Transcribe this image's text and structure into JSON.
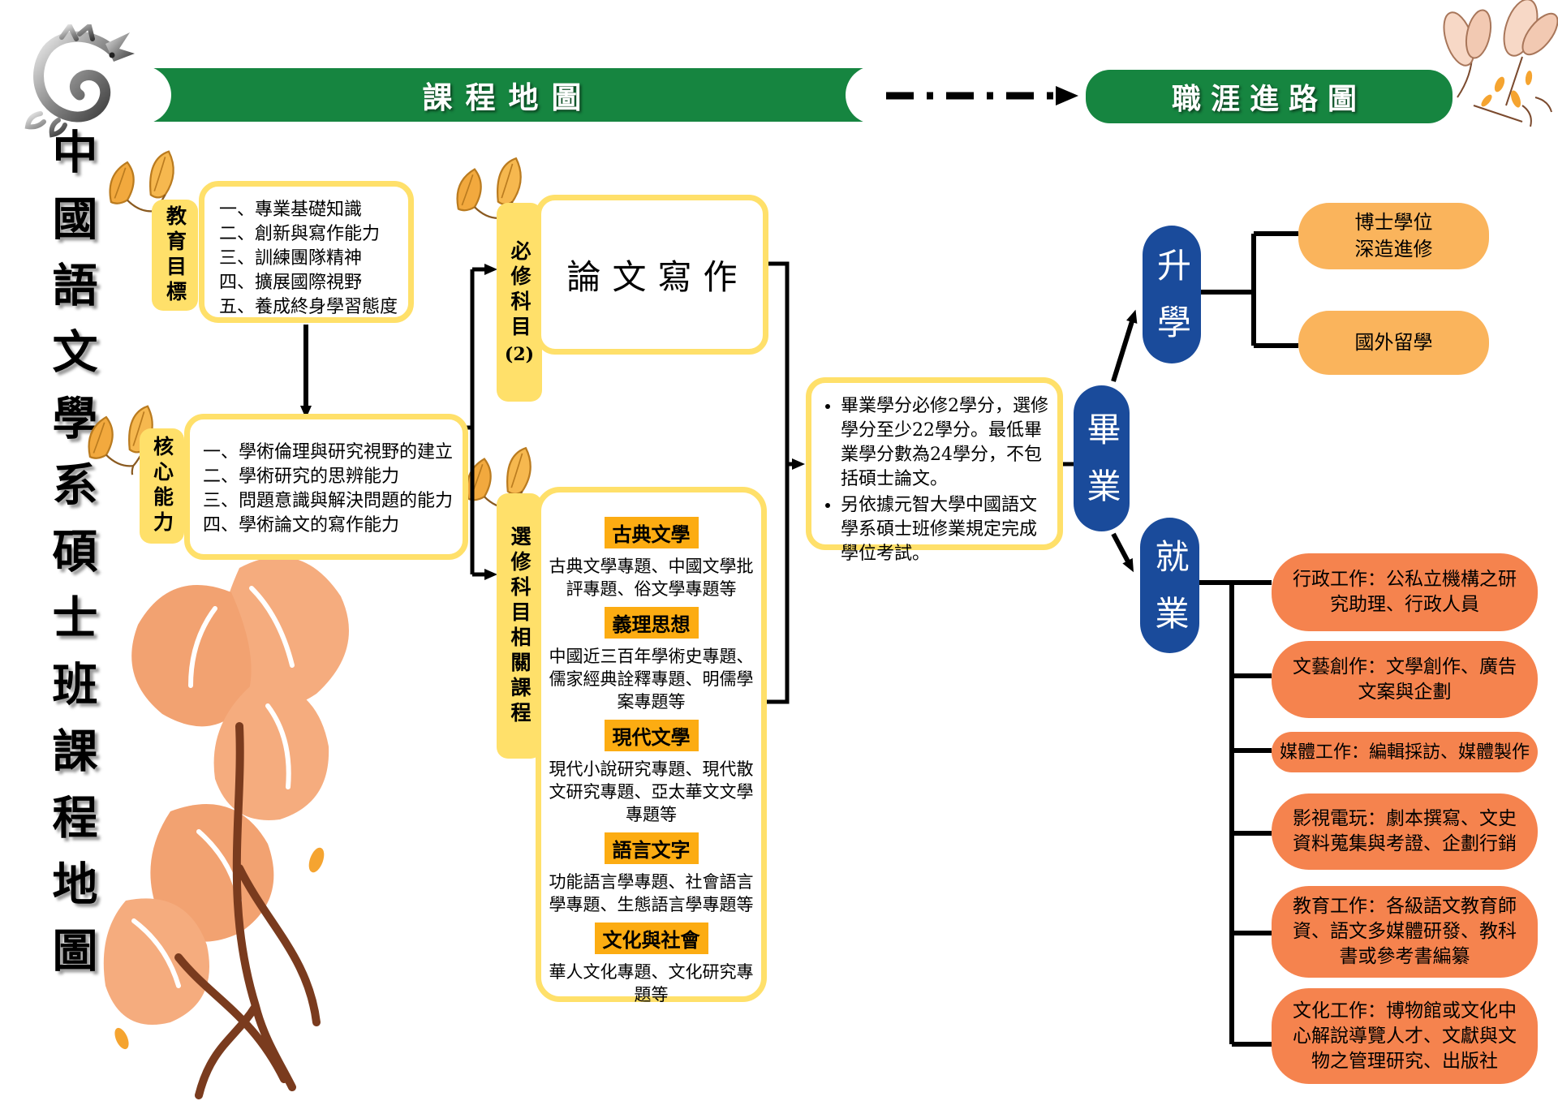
{
  "sidebar_title": "中國語文學系碩士班課程地圖",
  "banners": {
    "course_map": "課程地圖",
    "career_map": "職涯進路圖"
  },
  "education_goals": {
    "tab": "教育目標",
    "items": [
      "一、專業基礎知識",
      "二、創新與寫作能力",
      "三、訓練團隊精神",
      "四、擴展國際視野",
      "五、養成終身學習態度"
    ]
  },
  "core_abilities": {
    "tab": "核心能力",
    "items": [
      "一、學術倫理與研究視野的建立",
      "二、學術研究的思辨能力",
      "三、問題意識與解決問題的能力",
      "四、學術論文的寫作能力"
    ]
  },
  "required_courses": {
    "tab": "必修科目",
    "credits_label": "(2)",
    "course_title": "論文寫作"
  },
  "elective_courses": {
    "tab": "選修科目相關課程",
    "categories": [
      {
        "label": "古典文學",
        "courses": "古典文學專題、中國文學批評專題、俗文學專題等"
      },
      {
        "label": "義理思想",
        "courses": "中國近三百年學術史專題、儒家經典詮釋專題、明儒學案專題等"
      },
      {
        "label": "現代文學",
        "courses": "現代小說研究專題、現代散文研究專題、亞太華文文學專題等"
      },
      {
        "label": "語言文字",
        "courses": "功能語言學專題、社會語言學專題、生態語言學專題等"
      },
      {
        "label": "文化與社會",
        "courses": "華人文化專題、文化研究專題等"
      }
    ]
  },
  "graduation_requirements": {
    "bullets": [
      "畢業學分必修2學分，選修學分至少22學分。最低畢業學分數為24學分，不包括碩士論文。",
      "另依據元智大學中國語文學系碩士班修業規定完成學位考試。"
    ]
  },
  "flow_nodes": {
    "graduation": "畢業",
    "further_study": "升學",
    "employment": "就業"
  },
  "further_study": {
    "paths": [
      "博士學位深造進修",
      "國外留學"
    ]
  },
  "employment": {
    "paths": [
      "行政工作：公私立機構之研究助理、行政人員",
      "文藝創作：文學創作、廣告文案與企劃",
      "媒體工作：編輯採訪、媒體製作",
      "影視電玩：劇本撰寫、文史資料蒐集與考證、企劃行銷",
      "教育工作：各級語文教育師資、語文多媒體研發、教科書或參考書編纂",
      "文化工作：博物館或文化中心解說導覽人才、文獻與文物之管理研究、出版社"
    ]
  },
  "decorations": {
    "dragon": "dragon-logo",
    "top_right_flower": "flower-icon",
    "bottom_left_flower": "flower-icon",
    "leaf_pairs": "leaf-icon"
  },
  "colors": {
    "banner_green": "#168540",
    "accent_yellow": "#FFE06A",
    "category_orange": "#FCAC12",
    "study_orange": "#FAB45C",
    "job_orange": "#F5834E",
    "node_blue": "#1A4B9B"
  }
}
